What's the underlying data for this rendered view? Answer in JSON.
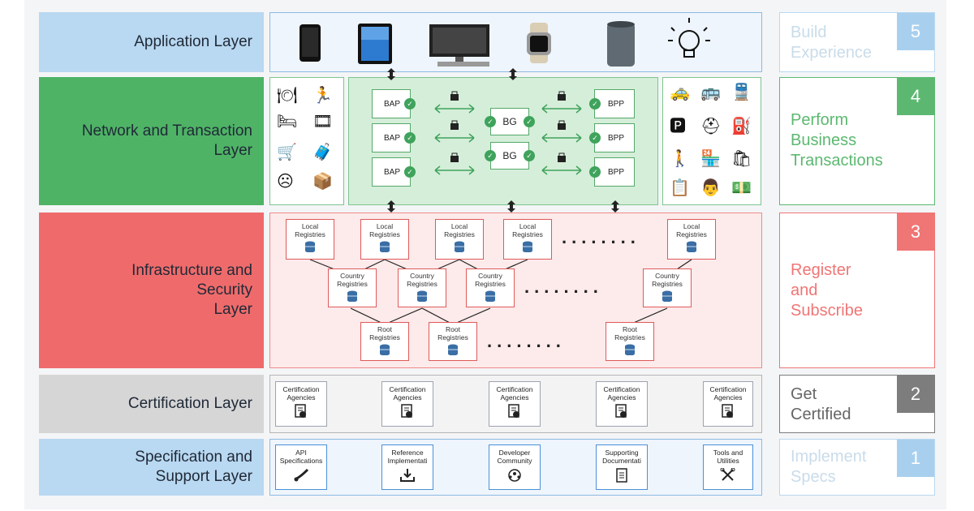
{
  "layers": {
    "application": "Application Layer",
    "network": "Network and Transaction\nLayer",
    "infrastructure": "Infrastructure and\nSecurity\nLayer",
    "certification": "Certification Layer",
    "specification": "Specification and\nSupport Layer"
  },
  "steps": [
    {
      "num": "5",
      "text": "Build\nExperience",
      "color": "#b9d8ef",
      "text_color": "#c9dcea",
      "badge_color": "#a8d0ee"
    },
    {
      "num": "4",
      "text": "Perform\nBusiness\nTransactions",
      "color": "#5cb870",
      "text_color": "#5cb870",
      "badge_color": "#5cb870"
    },
    {
      "num": "3",
      "text": "Register\nand\nSubscribe",
      "color": "#f07575",
      "text_color": "#f07575",
      "badge_color": "#f07575"
    },
    {
      "num": "2",
      "text": "Get\nCertified",
      "color": "#7d7d7d",
      "text_color": "#666666",
      "badge_color": "#7d7d7d"
    },
    {
      "num": "1",
      "text": "Implement\nSpecs",
      "color": "#b9d8ef",
      "text_color": "#c9dcea",
      "badge_color": "#a8d0ee"
    }
  ],
  "app_icons": [
    "phone-icon",
    "tablet-icon",
    "monitor-icon",
    "smartwatch-icon",
    "smart-speaker-icon",
    "light-bulb-icon"
  ],
  "network": {
    "bap": [
      "BAP",
      "BAP",
      "BAP"
    ],
    "bg": [
      "BG",
      "BG"
    ],
    "bpp": [
      "BPP",
      "BPP",
      "BPP"
    ]
  },
  "left_service_icons": [
    "dining-icon",
    "running-icon",
    "hospital-bed-icon",
    "cinema-icon",
    "shopping-icon",
    "travel-icon",
    "support-icon",
    "delivery-icon"
  ],
  "right_service_icons": [
    "taxi-icon",
    "bus-icon",
    "train-icon",
    "parking-icon",
    "helmet-icon",
    "fuel-icon",
    "walking-icon",
    "store-icon",
    "cart-icon",
    "document-icon",
    "doctor-icon",
    "money-icon"
  ],
  "registries": {
    "local": [
      "Local\nRegistries",
      "Local\nRegistries",
      "Local\nRegistries",
      "Local\nRegistries",
      "Local\nRegistries"
    ],
    "country": [
      "Country\nRegistries",
      "Country\nRegistries",
      "Country\nRegistries",
      "Country\nRegistries"
    ],
    "root": [
      "Root\nRegistries",
      "Root\nRegistries",
      "Root\nRegistries"
    ],
    "ellipsis": "........"
  },
  "certification": [
    "Certification\nAgencies",
    "Certification\nAgencies",
    "Certification\nAgencies",
    "Certification\nAgencies",
    "Certification\nAgencies"
  ],
  "specification": [
    "API\nSpecifications",
    "Reference\nImplementati",
    "Developer\nCommunity",
    "Supporting\nDocumentati",
    "Tools and\nUtilities"
  ],
  "colors": {
    "app_fill": "#b9d8f1",
    "app_panel": "#eef5fc",
    "app_border": "#8cbbe2",
    "net_fill": "#4fb366",
    "net_panel": "#d5eed9",
    "net_border": "#7fc48f",
    "infra_fill": "#ef6b6b",
    "infra_panel": "#fdeaea",
    "infra_border": "#ef8a8a",
    "cert_fill": "#d6d6d6",
    "cert_panel": "#f3f3f3",
    "cert_border": "#b5b5b5",
    "spec_fill": "#b9d8f1",
    "spec_panel": "#eef5fc",
    "spec_border": "#8cbbe2"
  }
}
